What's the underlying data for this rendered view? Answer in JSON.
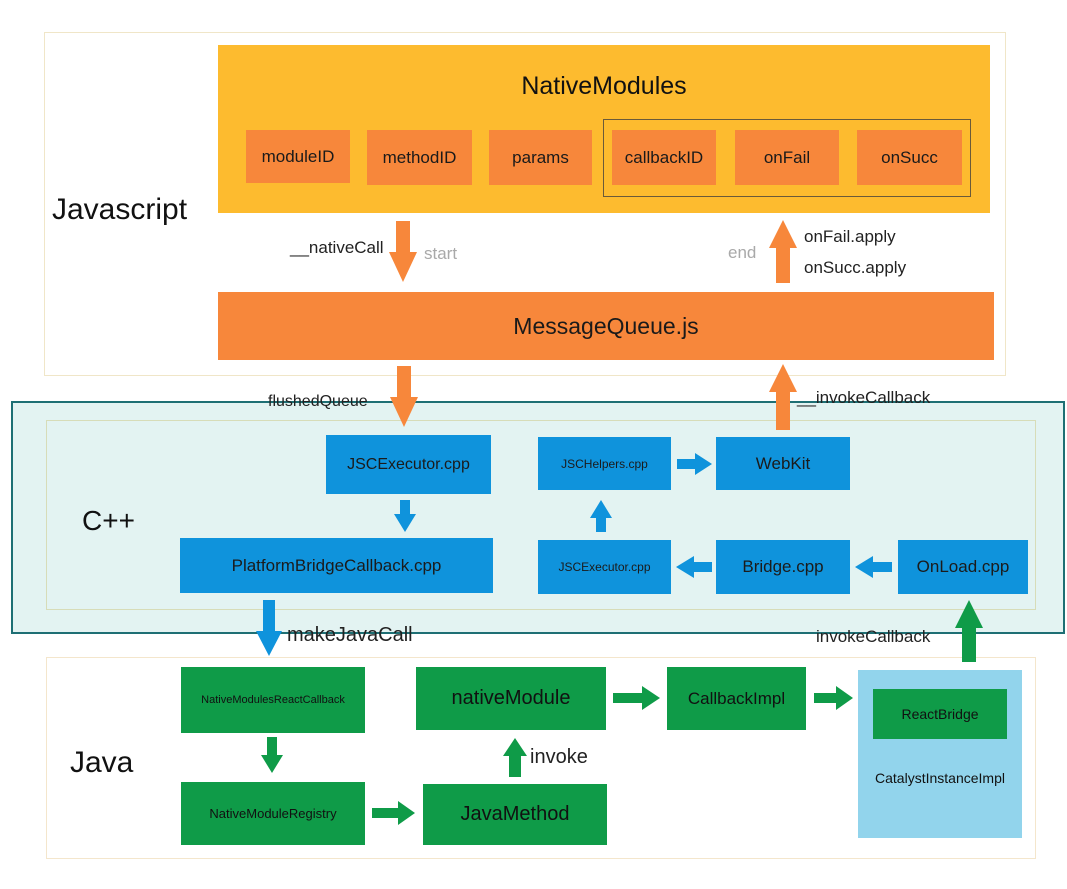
{
  "sections": {
    "javascript": "Javascript",
    "cpp": "C++",
    "java": "Java"
  },
  "js": {
    "native_modules_title": "NativeModules",
    "fields": [
      "moduleID",
      "methodID",
      "params",
      "callbackID",
      "onFail",
      "onSucc"
    ],
    "message_queue": "MessageQueue.js",
    "native_call": "__nativeCall",
    "start": "start",
    "end": "end",
    "on_fail_apply": "onFail.apply",
    "on_succ_apply": "onSucc.apply"
  },
  "cpp": {
    "flushed_queue": "flushedQueue",
    "invoke_callback": "__invokeCallback",
    "jsc_executor_top": "JSCExecutor.cpp",
    "platform_bridge_callback": "PlatformBridgeCallback.cpp",
    "jsc_helpers": "JSCHelpers.cpp",
    "webkit": "WebKit",
    "jsc_executor_bottom": "JSCExecutor.cpp",
    "bridge": "Bridge.cpp",
    "onload": "OnLoad.cpp"
  },
  "java": {
    "make_java_call": "makeJavaCall",
    "invoke_callback": "invokeCallback",
    "native_modules_react_callback": "NativeModulesReactCallback",
    "native_module_registry": "NativeModuleRegistry",
    "java_method": "JavaMethod",
    "native_module": "nativeModule",
    "invoke": "invoke",
    "callback_impl": "CallbackImpl",
    "react_bridge": "ReactBridge",
    "catalyst_instance_impl": "CatalystInstanceImpl"
  },
  "colors": {
    "yellow": "#fdbb2f",
    "orange": "#f7873b",
    "blue": "#0f93dc",
    "green": "#0f9b48",
    "light_blue": "#92d4ec",
    "cpp_frame": "#1e6f74"
  }
}
